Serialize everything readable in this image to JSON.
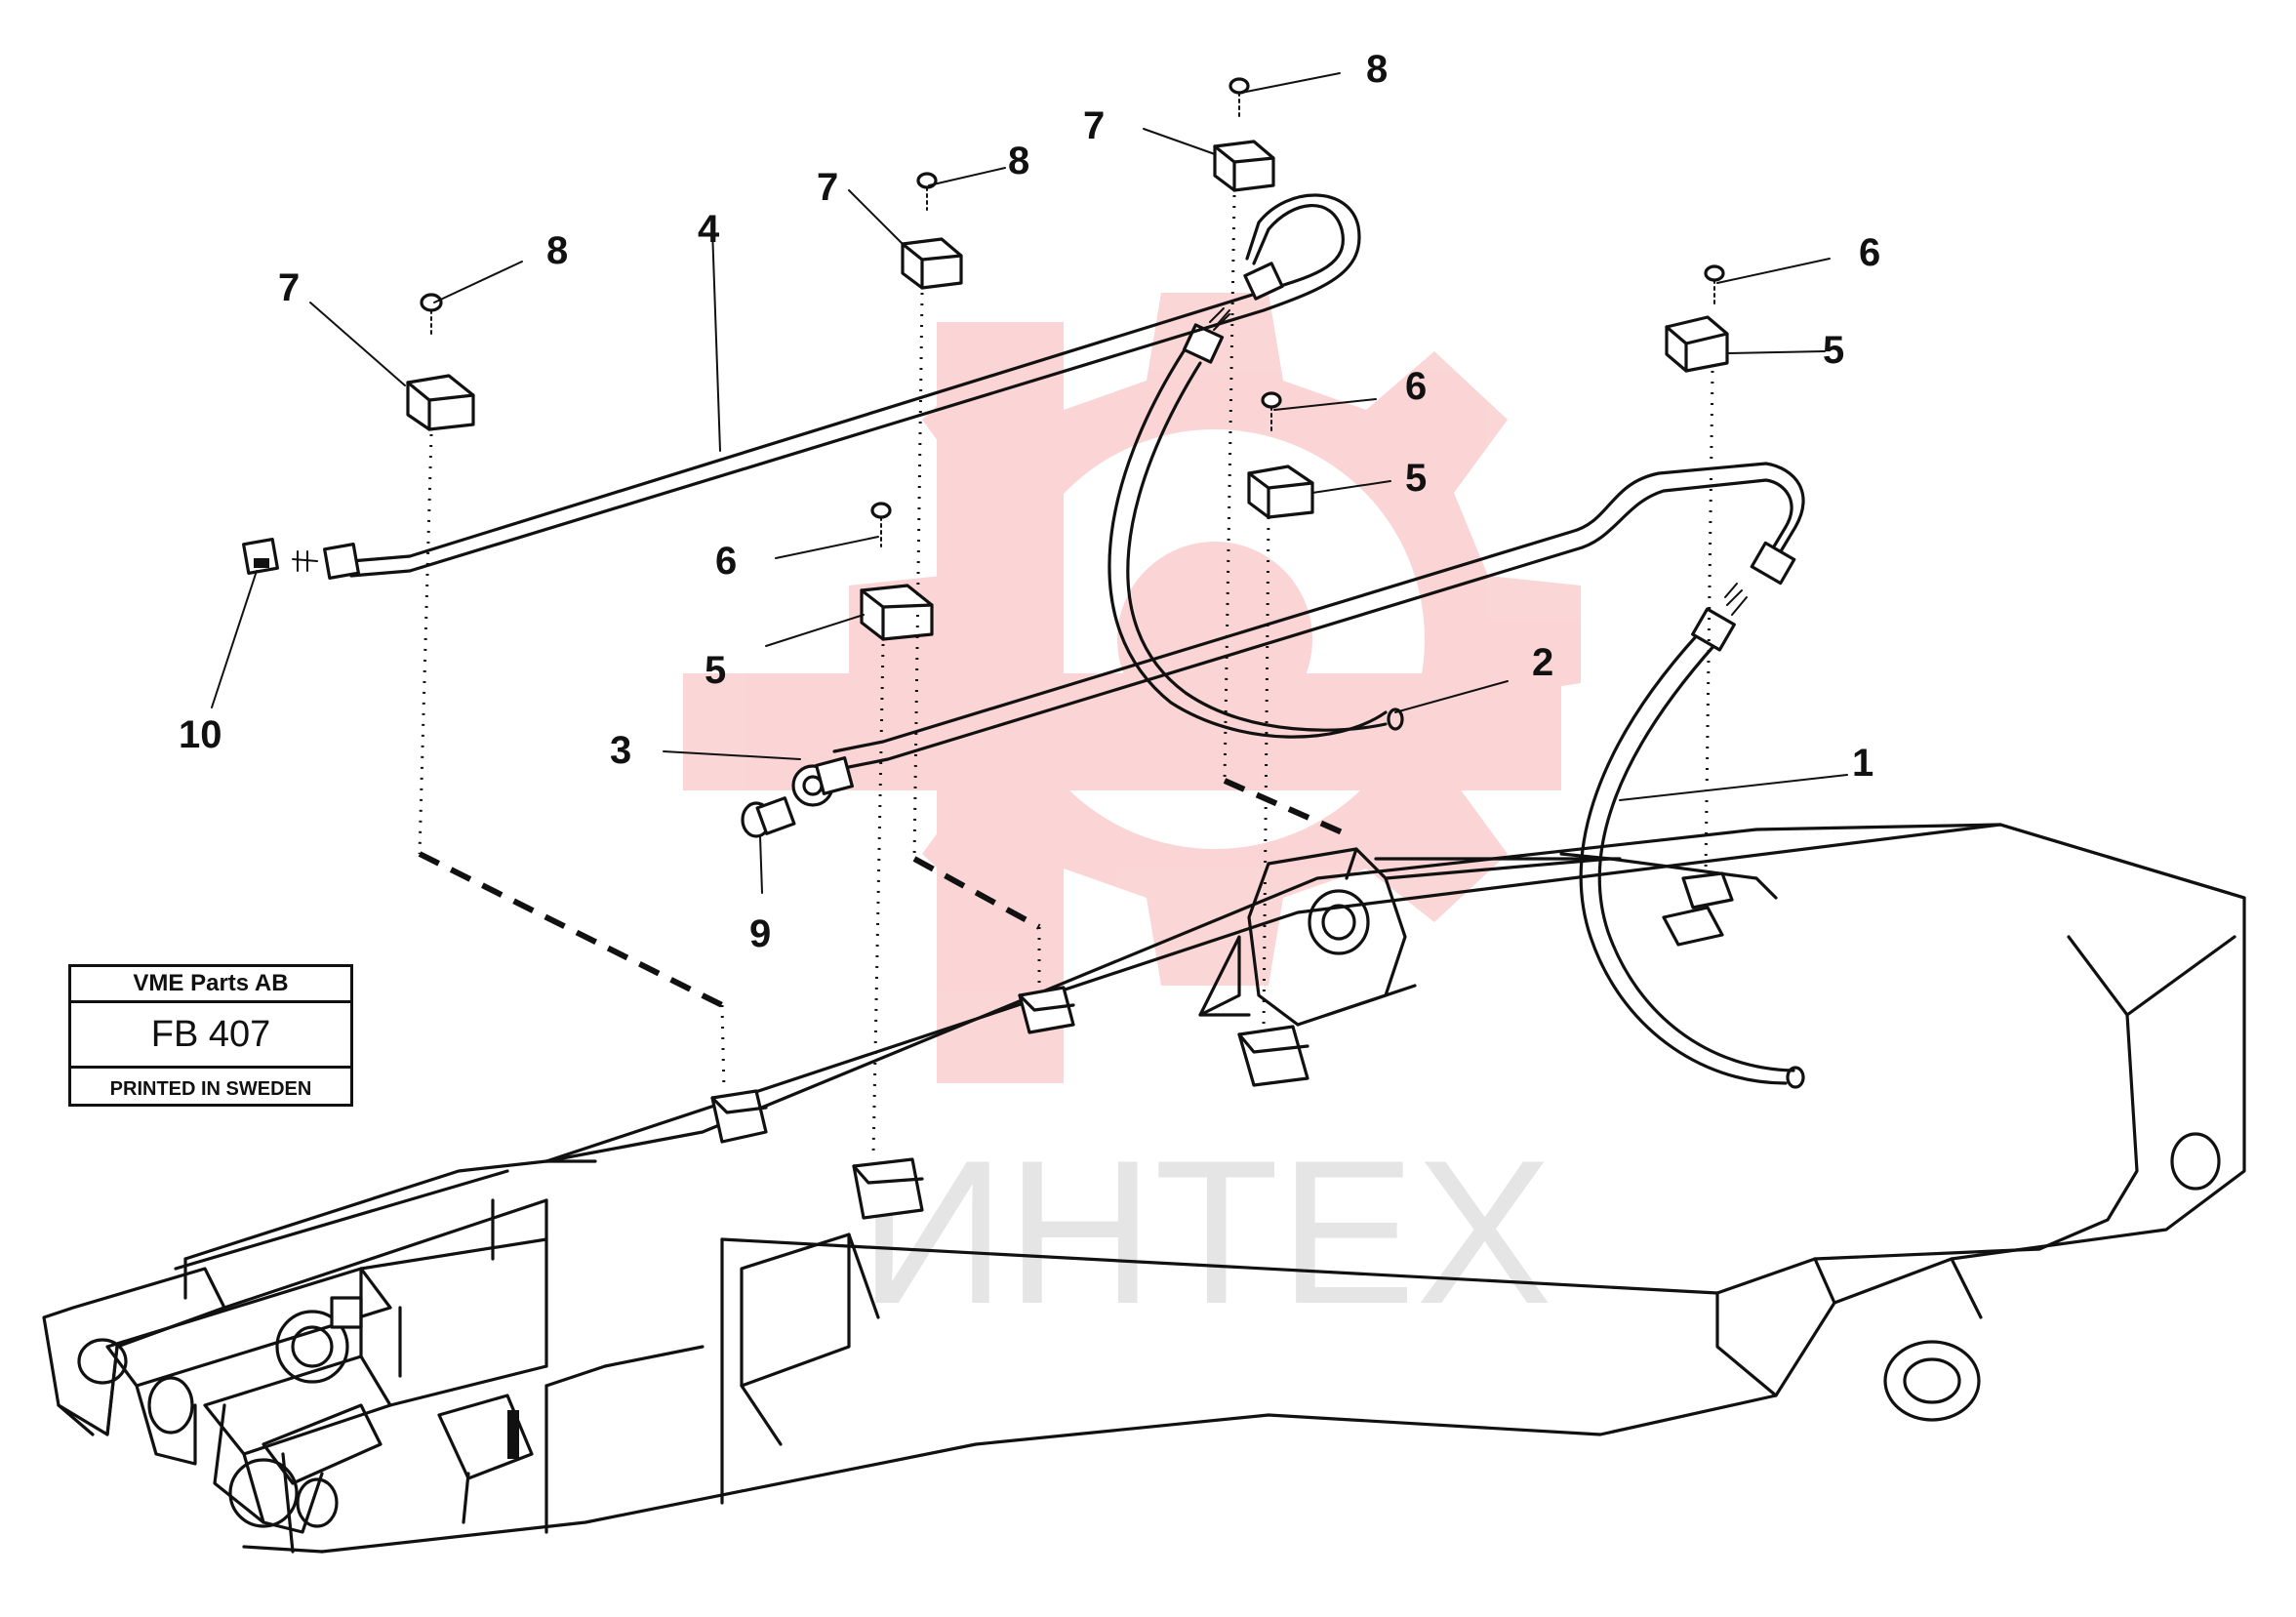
{
  "title_block": {
    "company": "VME Parts AB",
    "sheet": "FB 407",
    "printed": "PRINTED IN SWEDEN"
  },
  "watermark": {
    "text": "ИНТЕХ",
    "color": "#f26d6d"
  },
  "callouts": {
    "c1": "1",
    "c2": "2",
    "c3": "3",
    "c4": "4",
    "c5a": "5",
    "c5b": "5",
    "c5c": "5",
    "c6a": "6",
    "c6b": "6",
    "c6c": "6",
    "c7a": "7",
    "c7b": "7",
    "c7c": "7",
    "c8a": "8",
    "c8b": "8",
    "c8c": "8",
    "c9": "9",
    "c10": "10"
  }
}
